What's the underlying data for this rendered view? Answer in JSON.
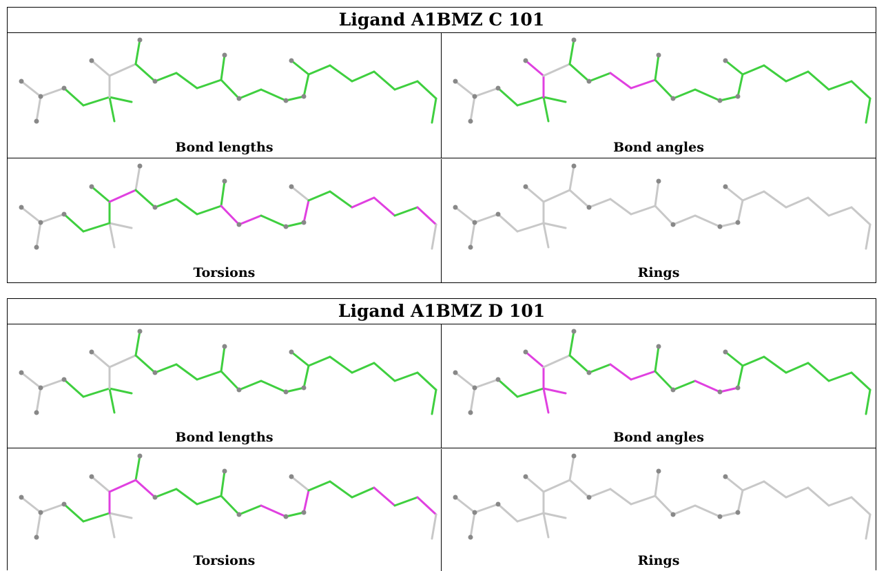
{
  "panels": [
    {
      "title": "Ligand A1BMZ C 101",
      "cells": [
        {
          "label": "Bond lengths",
          "pattern": "lengths_c"
        },
        {
          "label": "Bond angles",
          "pattern": "angles_c"
        },
        {
          "label": "Torsions",
          "pattern": "torsions_c"
        },
        {
          "label": "Rings",
          "pattern": "rings"
        }
      ]
    },
    {
      "title": "Ligand A1BMZ D 101",
      "cells": [
        {
          "label": "Bond lengths",
          "pattern": "lengths_d"
        },
        {
          "label": "Bond angles",
          "pattern": "angles_d"
        },
        {
          "label": "Torsions",
          "pattern": "torsions_d"
        },
        {
          "label": "Rings",
          "pattern": "rings"
        }
      ]
    }
  ],
  "colors": {
    "ok": "#3fcf3f",
    "outlier": "#e040e0",
    "neutral": "#c8c8c8",
    "atom": "#888888",
    "border": "#000000"
  }
}
